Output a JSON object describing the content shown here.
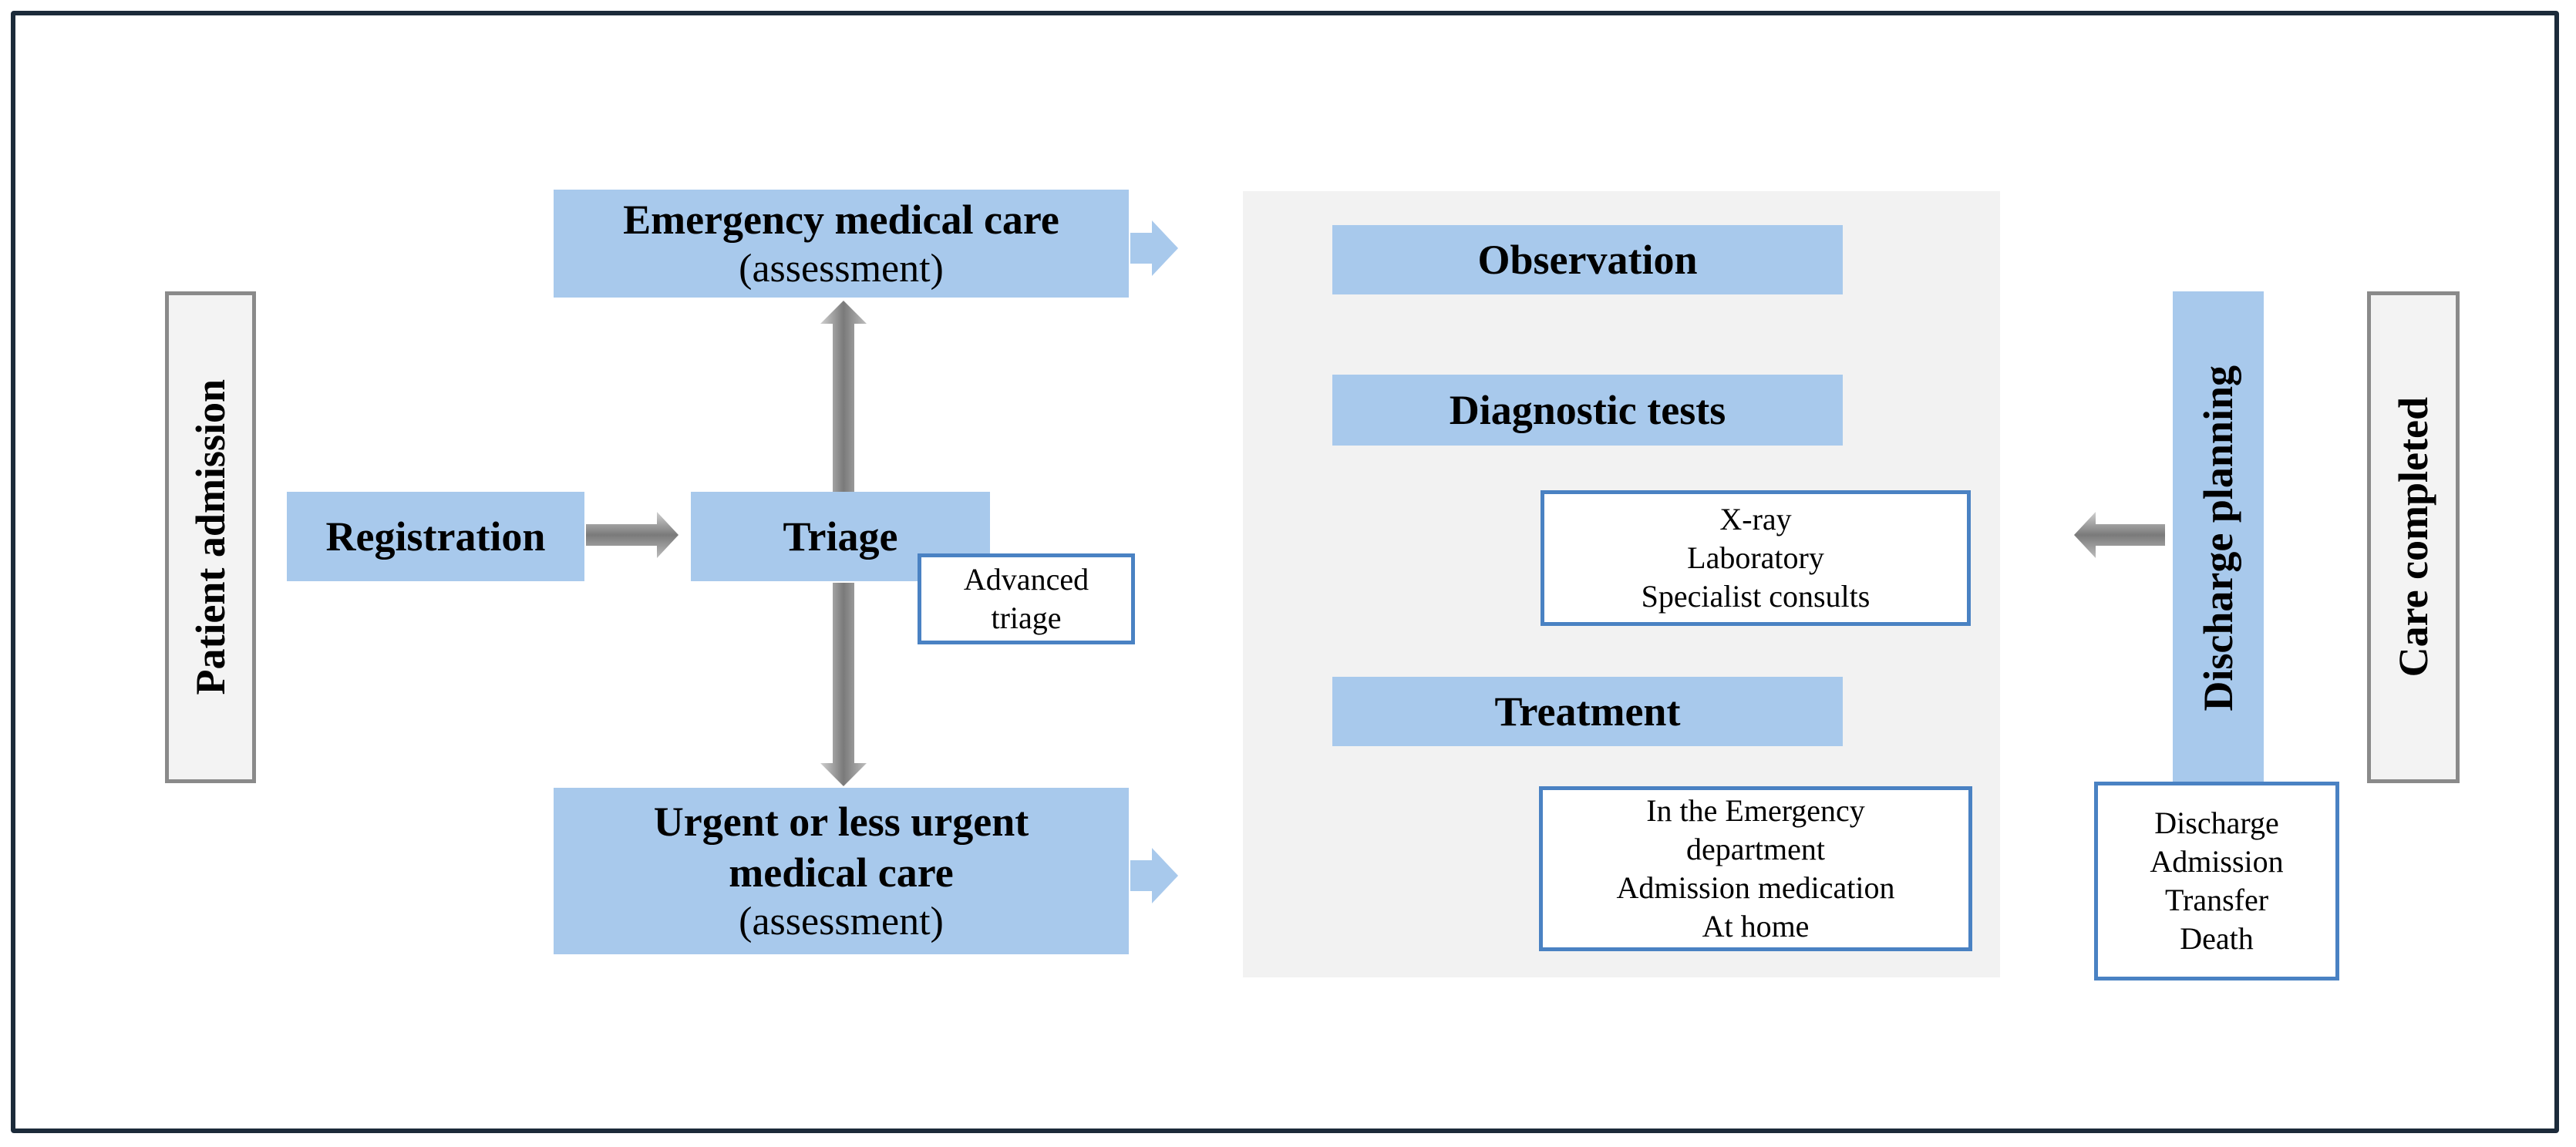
{
  "patient_admission": "Patient admission",
  "registration": "Registration",
  "triage": "Triage",
  "advanced_triage": [
    "Advanced",
    "triage"
  ],
  "emergency_care": {
    "title": "Emergency medical care",
    "sub": "(assessment)"
  },
  "urgent_care": {
    "title_lines": [
      "Urgent or less urgent",
      "medical care"
    ],
    "sub": "(assessment)"
  },
  "observation": "Observation",
  "diagnostic_tests": "Diagnostic tests",
  "diagnostic_items": [
    "X-ray",
    "Laboratory",
    "Specialist consults"
  ],
  "treatment": "Treatment",
  "treatment_items": [
    "In the Emergency",
    "department",
    "Admission medication",
    "At home"
  ],
  "discharge_planning": "Discharge planning",
  "discharge_items": [
    "Discharge",
    "Admission",
    "Transfer",
    "Death"
  ],
  "care_completed": "Care completed",
  "colors": {
    "box_blue": "#a8c9ec",
    "outline_blue": "#4a82c3",
    "arrow_grey": "#8c8c8c",
    "frame": "#1c2b3a"
  }
}
